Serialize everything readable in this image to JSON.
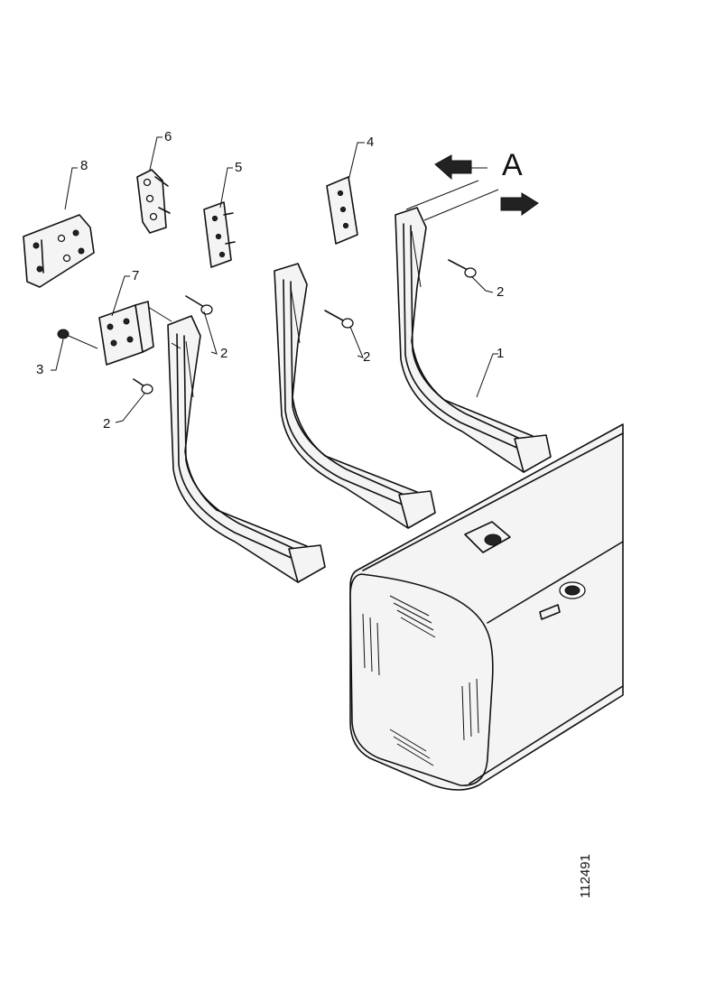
{
  "diagram": {
    "view_label": "A",
    "drawing_number": "112491",
    "callouts": [
      {
        "id": "c8",
        "text": "8"
      },
      {
        "id": "c6",
        "text": "6"
      },
      {
        "id": "c5",
        "text": "5"
      },
      {
        "id": "c4",
        "text": "4"
      },
      {
        "id": "c7",
        "text": "7"
      },
      {
        "id": "c3",
        "text": "3"
      },
      {
        "id": "c2a",
        "text": "2"
      },
      {
        "id": "c2b",
        "text": "2"
      },
      {
        "id": "c2c",
        "text": "2"
      },
      {
        "id": "c2d",
        "text": "2"
      },
      {
        "id": "c1",
        "text": "1"
      }
    ]
  }
}
